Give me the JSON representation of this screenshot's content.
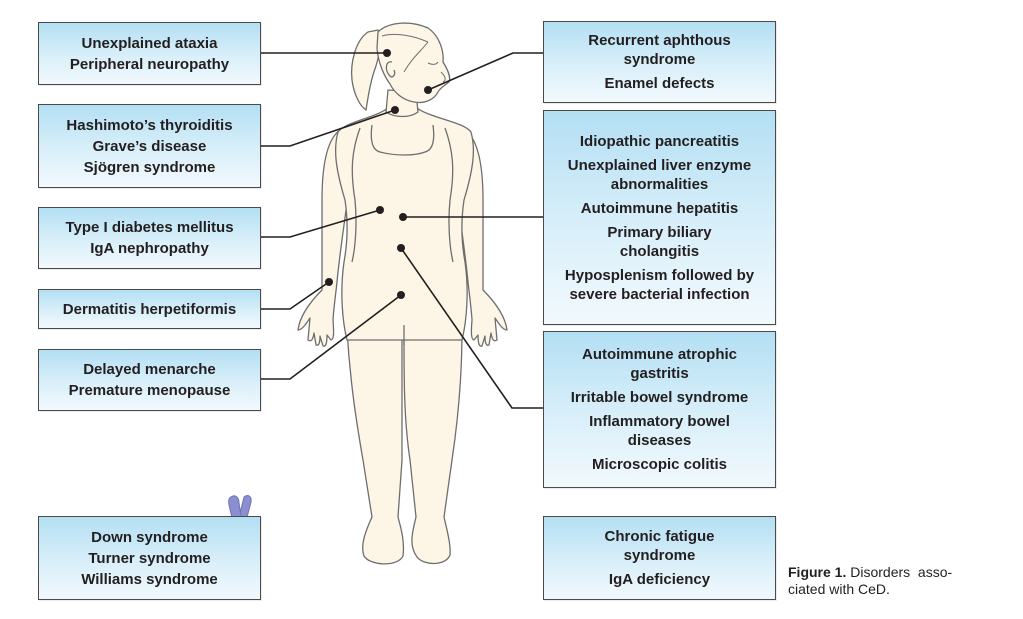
{
  "figure": {
    "caption_label": "Figure 1.",
    "caption_text": " Disorders asso-ciated with CeD.",
    "caption_line1_text": " Disorders  asso-",
    "caption_line2_text": "ciated with CeD.",
    "colors": {
      "skin": "#fdf5e6",
      "outline": "#6e6e6e",
      "connector": "#231f20",
      "box_top": "#b3dff3",
      "box_bottom": "#f2f9fd",
      "chromosome": "#8c8fcf"
    }
  },
  "left_boxes": [
    {
      "id": "neurologic",
      "target": "head",
      "items": [
        "Unexplained ataxia",
        "Peripheral neuropathy"
      ]
    },
    {
      "id": "thyroid",
      "target": "neck",
      "items": [
        "Hashimoto’s thyroiditis",
        "Grave’s disease",
        "Sjögren syndrome"
      ]
    },
    {
      "id": "endocrine-renal",
      "target": "upper-abdomen-left",
      "items": [
        "Type I diabetes mellitus",
        "IgA nephropathy"
      ]
    },
    {
      "id": "skin",
      "target": "wrist",
      "items": [
        "Dermatitis herpetiformis"
      ]
    },
    {
      "id": "reproductive",
      "target": "pelvis",
      "items": [
        "Delayed menarche",
        "Premature menopause"
      ]
    },
    {
      "id": "genetic",
      "target": "chromosome",
      "items": [
        "Down syndrome",
        "Turner syndrome",
        "Williams syndrome"
      ]
    }
  ],
  "right_boxes": [
    {
      "id": "oral",
      "target": "jaw",
      "items": [
        "Recurrent aphthous syndrome",
        "Enamel defects"
      ]
    },
    {
      "id": "hepatic",
      "target": "upper-abdomen-right",
      "items": [
        "Idiopathic pancreatitis",
        "Unexplained liver enzyme abnormalities",
        "Autoimmune hepatitis",
        "Primary biliary cholangitis",
        "Hyposplenism followed by severe bacterial infection"
      ]
    },
    {
      "id": "gastrointestinal",
      "target": "lower-abdomen",
      "items": [
        "Autoimmune atrophic gastritis",
        "Irritable bowel syndrome",
        "Inflammatory bowel diseases",
        "Microscopic colitis"
      ]
    },
    {
      "id": "systemic",
      "target": "none",
      "items": [
        "Chronic fatigue syndrome",
        "IgA deficiency"
      ]
    }
  ],
  "icons": {
    "body": "female-body-illustration",
    "chromosome": "chromosome-icon"
  }
}
